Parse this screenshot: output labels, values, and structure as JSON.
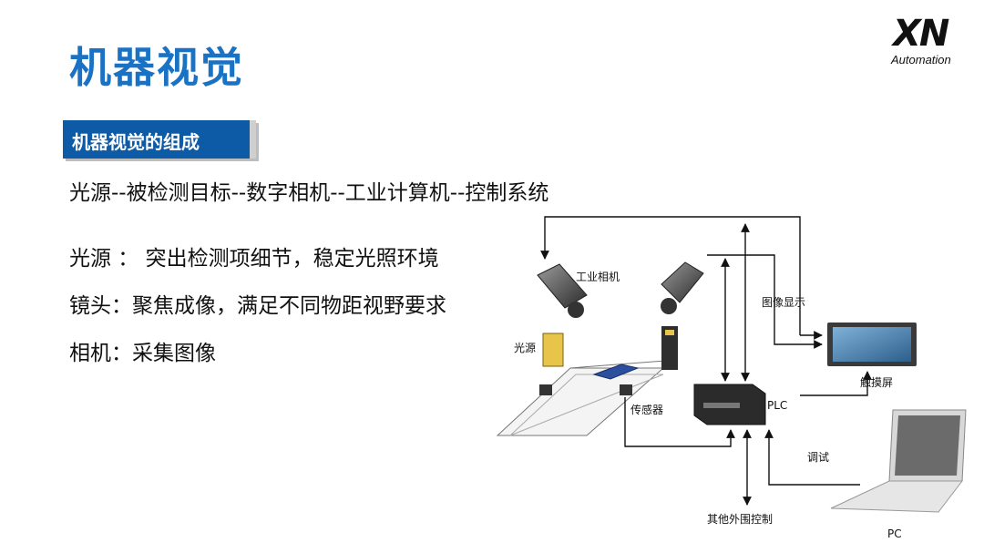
{
  "title": "机器视觉",
  "logo": {
    "mark": "XN",
    "sub": "Automation"
  },
  "section": {
    "label": "机器视觉的组成"
  },
  "lines": {
    "composition": "光源--被检测目标--数字相机--工业计算机--控制系统",
    "light": "光源 ： 突出检测项细节，稳定光照环境",
    "lens": "镜头：聚焦成像，满足不同物距视野要求",
    "camera": "相机：采集图像"
  },
  "diagram": {
    "camera_label": "工业相机",
    "display_label": "图像显示",
    "light_label": "光源",
    "sensor_label": "传感器",
    "plc_label": "PLC",
    "touchscreen_label": "触摸屏",
    "debug_label": "调试",
    "peripheral_label": "其他外围控制",
    "pc_label": "PC"
  }
}
